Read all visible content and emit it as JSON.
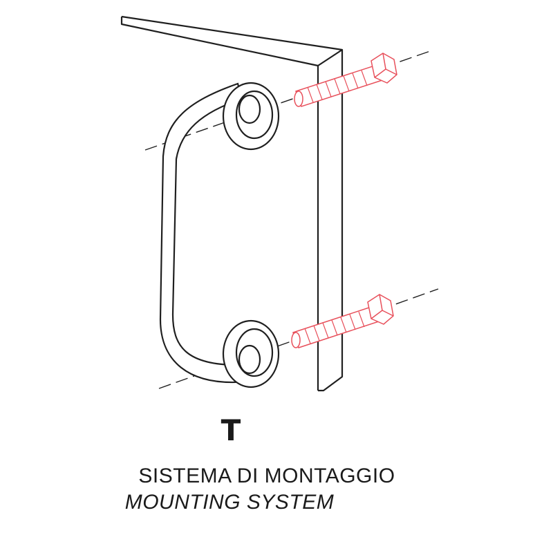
{
  "figure": {
    "system_code": "T",
    "caption_it": "SISTEMA DI MONTAGGIO",
    "caption_en": "MOUNTING SYSTEM"
  },
  "colors": {
    "line": "#1f1f1f",
    "screw": "#e8505b",
    "background": "#ffffff"
  },
  "icons": {
    "handle": "u-shaped-pull-handle",
    "screw": "threaded-bolt-with-hex-head"
  }
}
